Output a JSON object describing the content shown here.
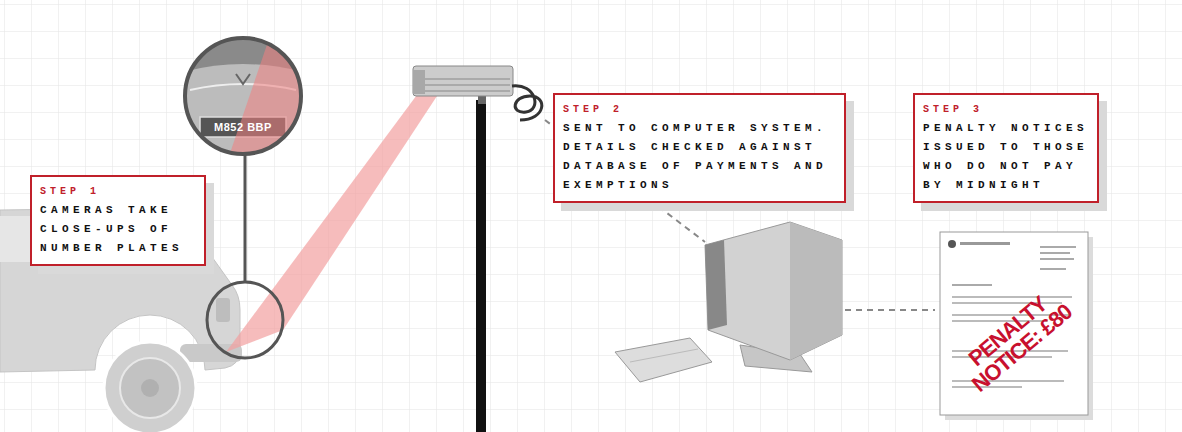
{
  "diagram": {
    "nodes": [
      {
        "text": [
          "STEP 1",
          "CAMERAS TAKE CLOSE-UPS OF NUMBER PLATES"
        ]
      },
      {
        "text": [
          "STEP 2",
          "SENT TO COMPUTER SYSTEM. DETAILS CHECKED AGAINST DATABASE OF PAYMENTS AND EXEMPTIONS"
        ]
      },
      {
        "text": [
          "STEP 3",
          "PENALTY NOTICES ISSUED TO THOSE WHO DO NOT PAY BY MIDNIGHT"
        ]
      }
    ],
    "labels": [
      "M852 BBP",
      "PENALTY NOTICE: £80"
    ]
  }
}
